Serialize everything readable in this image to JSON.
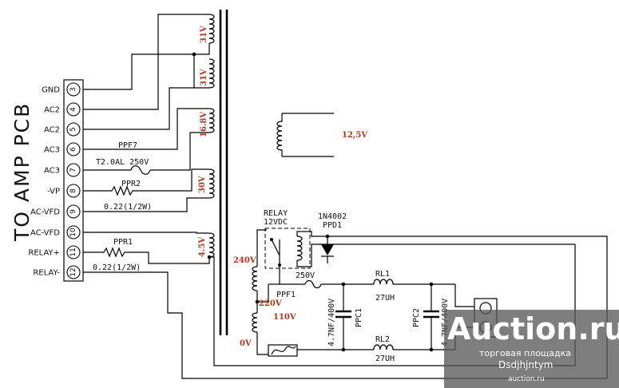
{
  "connector": {
    "title": "TO AMP PCB",
    "pins": [
      {
        "number": "3",
        "label": "GND"
      },
      {
        "number": "4",
        "label": "AC2"
      },
      {
        "number": "5",
        "label": "AC2"
      },
      {
        "number": "6",
        "label": "AC3"
      },
      {
        "number": "7",
        "label": "AC3"
      },
      {
        "number": "8",
        "label": "-VP"
      },
      {
        "number": "9",
        "label": "AC-VFD"
      },
      {
        "number": "10",
        "label": "AC-VFD"
      },
      {
        "number": "11",
        "label": "RELAY+"
      },
      {
        "number": "12",
        "label": "RELAY-"
      }
    ]
  },
  "secondary_voltages": [
    "31V",
    "31V",
    "16.8V",
    "30V",
    "4.5V",
    "12,5V"
  ],
  "primary_taps": [
    "240V",
    "220V",
    "110V",
    "0V"
  ],
  "components": {
    "ppf7_name": "PPF7",
    "ppf7_value": "T2.0AL 250V",
    "ppr2_name": "PPR2",
    "ppr2_value": "0.22(1/2W)",
    "ppr1_name": "PPR1",
    "ppr1_value": "0.22(1/2W)",
    "relay_name": "RELAY",
    "relay_value": "12VDC",
    "diode_part": "1N4002",
    "diode_name": "PPD1",
    "ppf1_value": "250V",
    "ppf1_name": "PPF1",
    "rl1_name": "RL1",
    "rl1_value": "27UH",
    "rl2_name": "RL2",
    "rl2_value": "27UH",
    "ppc1_name": "PPC1",
    "ppc1_value": "4.7NF/400V",
    "ppc2_name": "PPC2",
    "ppc2_value": "4.7NF/400V"
  },
  "watermark": {
    "brand": "Auction.ru",
    "tagline": "торговая площадка",
    "user": "Dsdjhjntym",
    "site": "auction.ru"
  }
}
